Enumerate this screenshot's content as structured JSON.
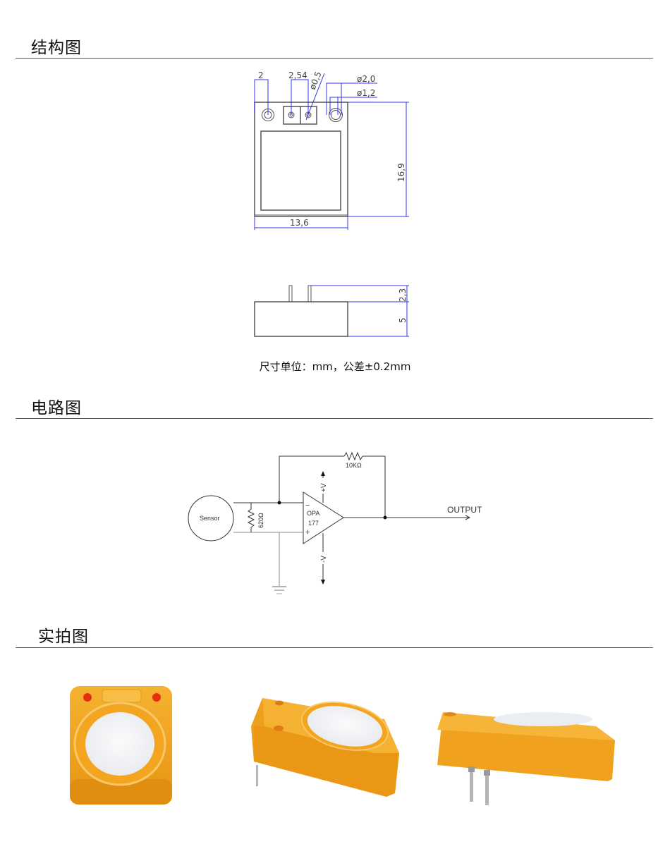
{
  "sections": {
    "structure": {
      "title": "结构图"
    },
    "circuit": {
      "title": "电路图"
    },
    "photos": {
      "title": "实拍图"
    }
  },
  "structure_drawing": {
    "top_view": {
      "dims": {
        "pin_offset": "2",
        "pin_pitch": "2,54",
        "pin_dia": "ø0,5",
        "hole_outer": "ø2,0",
        "hole_inner": "ø1,2",
        "height": "16,9",
        "width": "13,6"
      }
    },
    "side_view": {
      "dims": {
        "pin_length": "2,3",
        "body_thickness": "5"
      }
    },
    "unit_note": "尺寸单位：mm，公差±0.2mm",
    "colors": {
      "outline": "#555555",
      "dimension": "#3333ee"
    }
  },
  "circuit_diagram": {
    "sensor_label": "Sensor",
    "shunt_resistor": "620Ω",
    "feedback_resistor": "10KΩ",
    "opamp_line1": "OPA",
    "opamp_line2": "177",
    "inv_input": "−",
    "noninv_input": "+",
    "supply_pos": "+V",
    "supply_neg": "-V",
    "output_label": "OUTPUT"
  },
  "photos": {
    "items": [
      {
        "name": "front-view",
        "body_color": "#f0a21e",
        "filter_color": "#f4f5f7"
      },
      {
        "name": "angled-view",
        "body_color": "#f0a21e",
        "filter_color": "#f4f5f7"
      },
      {
        "name": "side-pins-view",
        "body_color": "#f0a21e",
        "filter_color": "#f4f5f7"
      }
    ]
  }
}
